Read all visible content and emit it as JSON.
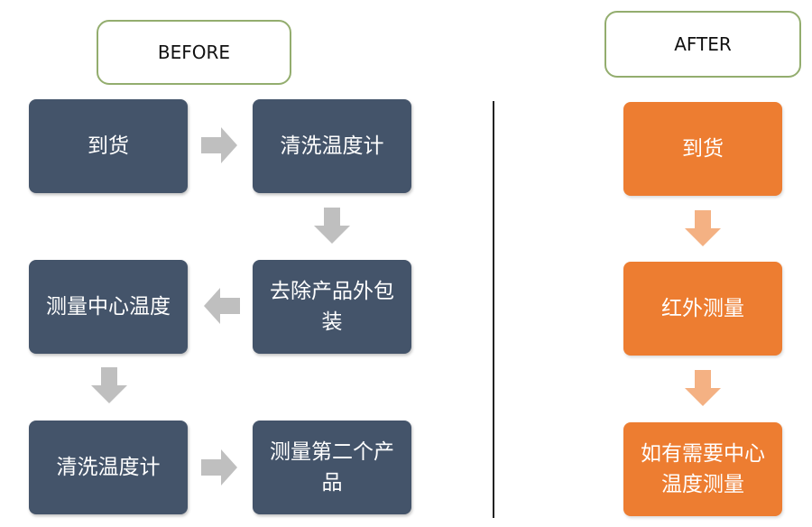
{
  "before": {
    "title": "BEFORE",
    "steps": [
      "到货",
      "清洗温度计",
      "去除产品外包装",
      "测量中心温度",
      "清洗温度计",
      "测量第二个产品"
    ]
  },
  "after": {
    "title": "AFTER",
    "steps": [
      "到货",
      "红外测量",
      "如有需要中心温度测量"
    ]
  },
  "colors": {
    "before_box": "#44546a",
    "after_box": "#ed7d31",
    "before_arrow": "#bfbfbf",
    "after_arrow": "#f4b183",
    "header_border": "#93ad6e"
  }
}
